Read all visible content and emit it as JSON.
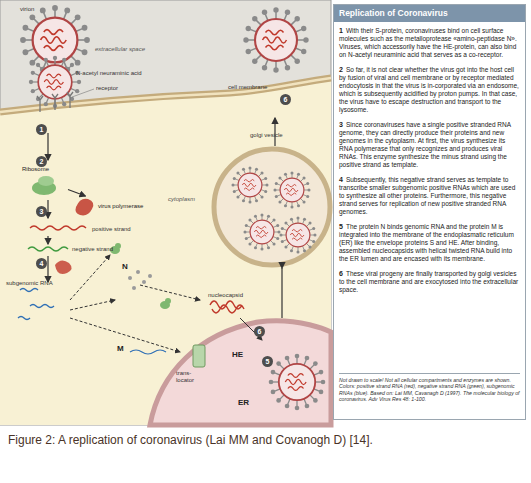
{
  "diagram": {
    "caption": "Figure 2: A replication of coronavirus (Lai MM and Covanogh D) [14].",
    "nodes": [
      {
        "text": [
          "Replication of Coronavirus",
          "1",
          "With their S-protein, coronaviruses bind on cell surface molecules such as the metalloprotease «amino-peptidase N». Viruses, which accessorily have the HE-protein, can also bind on N-acetyl neuraminic acid that serves as a co-receptor.",
          "2",
          "So far, it is not clear whether the virus got into the host cell by fusion of viral and cell membrane or by receptor mediated endocytosis in that the virus is in-corporated via an endosome, which is subsequently acidified by proton pumps. In that case, the virus have to escape destruction and transport to the lysosome.",
          "3",
          "Since coronaviruses have a single positive stranded RNA genome, they can directly produce their proteins and new genomes in the cytoplasm. At first, the virus synthesize its RNA polymerase that only recognizes and produces viral RNAs. This enzyme synthesize the minus strand using the positive strand as template.",
          "4",
          "Subsequently, this negative strand serves as template to transcribe smaller subgenomic positive RNAs which are used to synthesize all other proteins. Furthermore, this negative strand serves for replication of new positive stranded RNA genomes.",
          "5",
          "The protein N binds genomic RNA and the protein M is integrated into the membrane of the endoplasmatic reticulum (ER) like the envelope proteins S and HE. After binding, assembled nucleocapsids with helical twisted RNA build into the ER lumen and are encased with its membrane.",
          "6",
          "These viral progeny are finally transported by golgi vesicles to the cell membrane and are exocytosed into the extracellular space."
        ]
      },
      {
        "text": [
          "Not drawn to scale! Not all cellular compartments and enzymes are shown. Colors: positive strand RNA (red), negative strand RNA (green), subgenomic RNAs (blue). Based on: Lai MM, Cavanagh D (1997). The molecular biology of coronavirus. Adv Virus Res 48: 1-100."
        ],
        "in": 0
      },
      {
        "text": [
          "Ribosome"
        ]
      },
      {
        "text": [
          "virus polymerase"
        ]
      }
    ],
    "edges": [
      {
        "from": 2,
        "to": 3,
        "arrow": "to"
      }
    ],
    "labels": [
      "virion",
      "extracellular space",
      "N-acetyl neuraminic acid",
      "receptor",
      "cell membrane",
      "golgi vesicle",
      "cytoplasm",
      "positive strand",
      "negative strand",
      "subgenomic RNA",
      "N",
      "nucleocapsid",
      "M",
      "HE",
      "trans-locator",
      "ER",
      "1",
      "2",
      "3",
      "4",
      "5",
      "6",
      "6"
    ]
  }
}
